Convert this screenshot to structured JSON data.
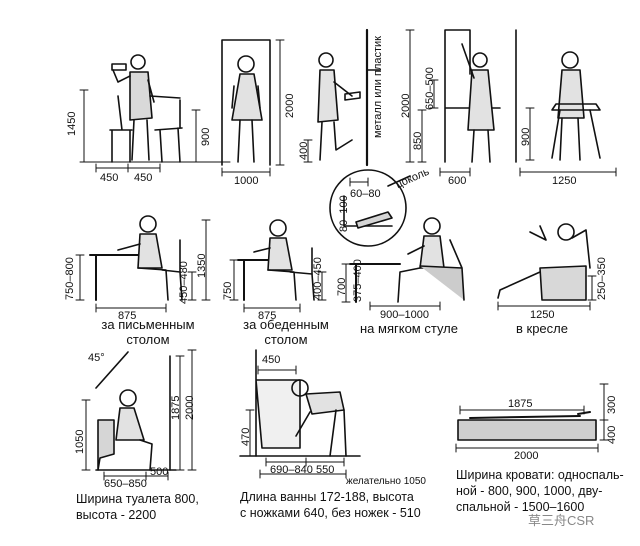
{
  "panels": {
    "waiter": {
      "h_1450": "1450",
      "w_450a": "450",
      "w_450b": "450",
      "h_900": "900"
    },
    "doorway": {
      "w_1000": "1000",
      "h_2000": "2000"
    },
    "kitchen_shelf": {
      "metal_plastic": "металл или пластик",
      "h_400": "400"
    },
    "kitchen": {
      "h_650_500": "650–500",
      "h_2000": "2000",
      "h_850": "850",
      "h_900": "900",
      "w_600": "600",
      "w_1250": "1250"
    },
    "plinth_detail": {
      "size_60_80": "60–80",
      "size_80_100": "80–100",
      "plinth": "цоколь"
    },
    "desk": {
      "h_750_800": "750–800",
      "w_875": "875",
      "h_450_480": "450–480",
      "h_1350": "1350",
      "caption": "за письменным столом"
    },
    "dining": {
      "h_750": "750",
      "w_875": "875",
      "h_400_450": "400–450",
      "caption": "за обеденным столом"
    },
    "soft_chair": {
      "h_700": "700",
      "h_375_400": "375–400",
      "w_900_1000": "900–1000",
      "caption": "на мягком стуле"
    },
    "armchair": {
      "w_1250": "1250",
      "h_250_350": "250–350",
      "caption": "в кресле"
    },
    "toilet": {
      "angle": "45°",
      "h_1050": "1050",
      "h_1875": "1875",
      "h_2000": "2000",
      "w_650_850": "650–850",
      "w_500": "500",
      "caption1": "Ширина туалета 800,",
      "caption2": "высота - 2200"
    },
    "bath": {
      "h_450": "450",
      "h_470": "470",
      "w_690_840": "690–840",
      "w_550": "550",
      "preferred": "желательно 1050",
      "caption1": "Длина ванны 172-188, высота",
      "caption2": "с ножками 640, без ножек - 510"
    },
    "bed": {
      "w_1875": "1875",
      "w_2000": "2000",
      "h_300": "300",
      "h_400": "400",
      "caption1": "Ширина кровати: односпаль-",
      "caption2": "ной - 800, 900, 1000, дву-",
      "caption3": "спальной - 1500–1600"
    }
  },
  "watermark": {
    "text": "草三舟CSR"
  }
}
